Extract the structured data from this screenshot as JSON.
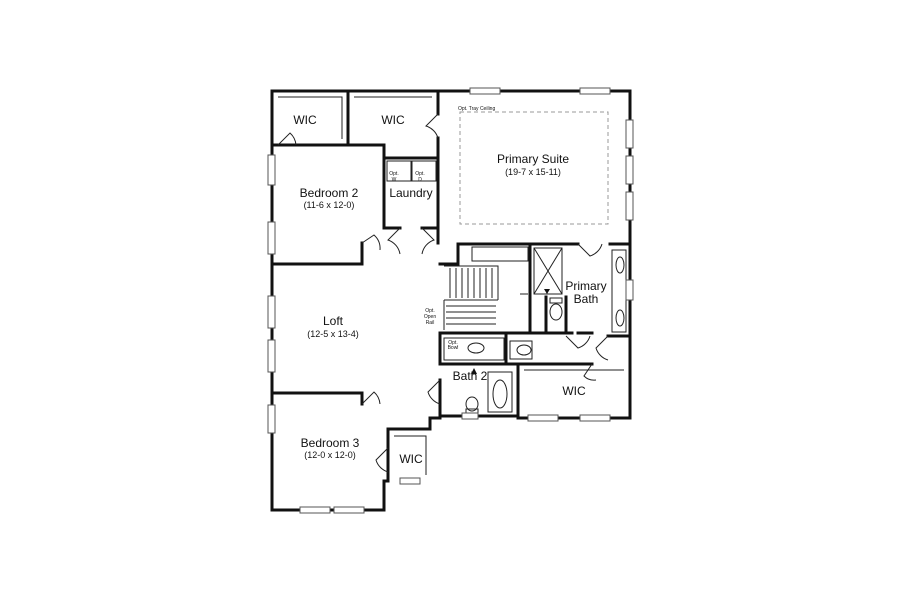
{
  "rooms": {
    "wic_top_left": "WIC",
    "wic_top_mid": "WIC",
    "primary_suite": "Primary Suite",
    "primary_suite_dim": "(19-7 x 15-11)",
    "tray_ceiling": "Opt. Tray Ceiling",
    "bedroom2": "Bedroom 2",
    "bedroom2_dim": "(11-6 x 12-0)",
    "laundry": "Laundry",
    "opt_w": [
      "Opt.",
      "W"
    ],
    "opt_d": [
      "Opt.",
      "D"
    ],
    "primary_bath": [
      "Primary",
      "Bath"
    ],
    "loft": "Loft",
    "loft_dim": "(12-5 x 13-4)",
    "opt_open_rail": [
      "Opt.",
      "Open",
      "Rail"
    ],
    "opt_bowl": [
      "Opt.",
      "Bowl"
    ],
    "bath2": "Bath 2",
    "wic_bath": "WIC",
    "bedroom3": "Bedroom 3",
    "bedroom3_dim": "(12-0 x 12-0)",
    "wic_bottom": "WIC"
  }
}
